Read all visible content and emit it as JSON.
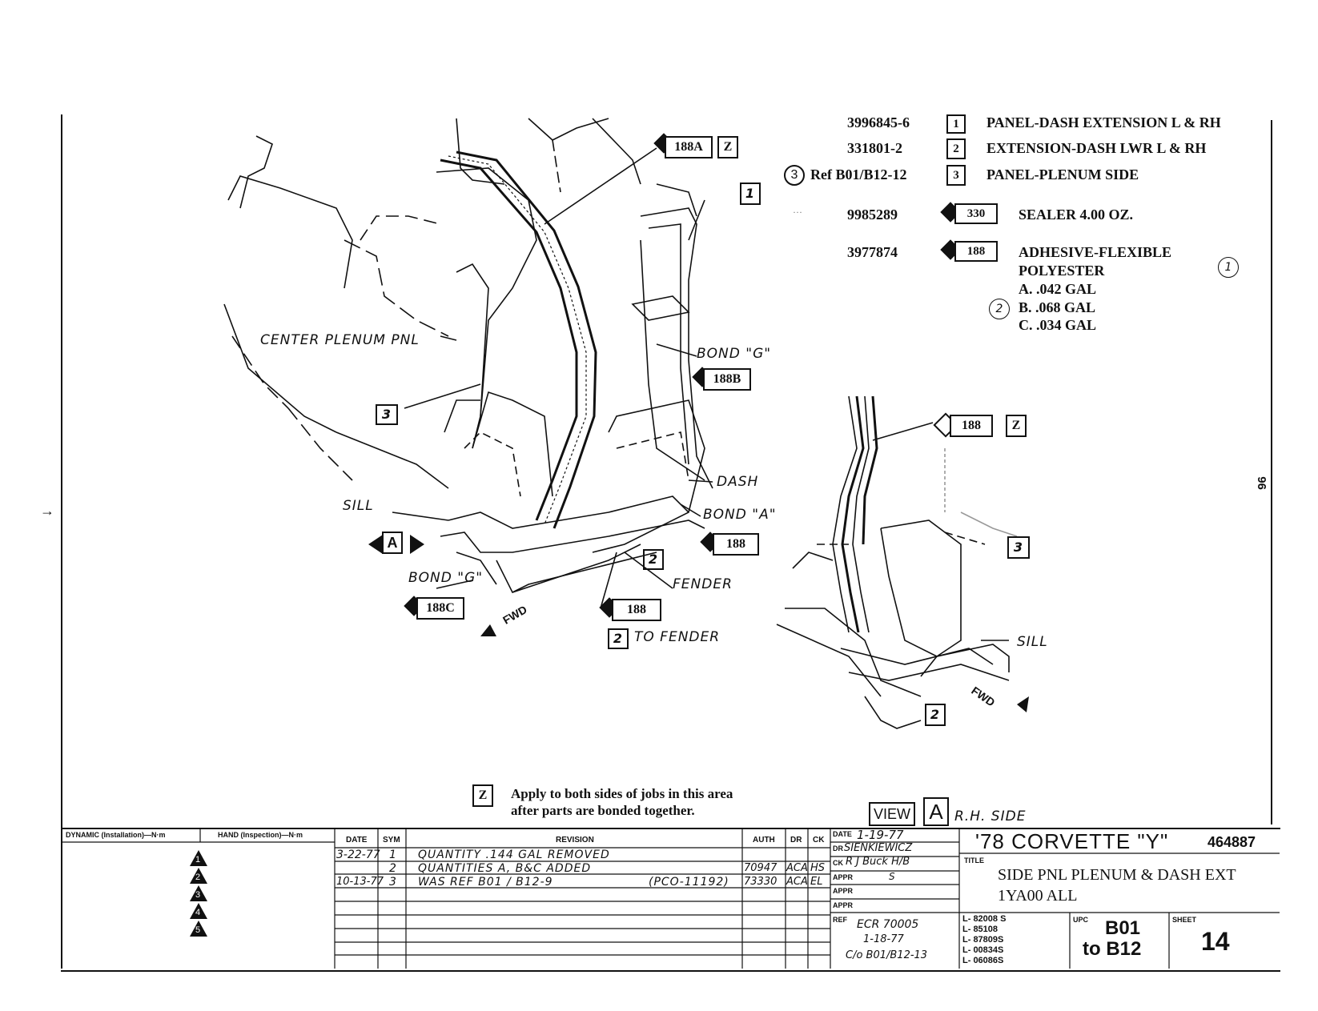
{
  "parts": [
    {
      "part_no": "3996845-6",
      "ref": "",
      "item": "1",
      "desc": "PANEL-DASH EXTENSION L & RH"
    },
    {
      "part_no": "331801-2",
      "ref": "",
      "item": "2",
      "desc": "EXTENSION-DASH LWR L & RH"
    },
    {
      "part_no": "Ref B01/B12-12",
      "ref": "3",
      "item": "3",
      "desc": "PANEL-PLENUM SIDE"
    },
    {
      "part_no": "9985289",
      "ref": "",
      "item": "330",
      "desc": "SEALER 4.00 OZ."
    },
    {
      "part_no": "3977874",
      "ref": "",
      "item": "188",
      "desc": "ADHESIVE-FLEXIBLE",
      "desc2": "POLYESTER",
      "rev": "1"
    }
  ],
  "quantities": {
    "rev": "2",
    "a": "A.  .042 GAL",
    "b": "B.  .068 GAL",
    "c": "C.  .034 GAL"
  },
  "callouts": {
    "c188a": "188A",
    "z1": "Z",
    "i1": "1",
    "bond_g1": "BOND \"G\"",
    "c188b": "188B",
    "center_plenum": "CENTER PLENUM PNL",
    "i3a": "3",
    "dash": "DASH",
    "sill1": "SILL",
    "view_a": "A",
    "bond_a": "BOND \"A\"",
    "c188_1": "188",
    "i2a": "2",
    "bond_g2": "BOND \"G\"",
    "fender": "FENDER",
    "c188c": "188C",
    "fwd1": "FWD",
    "c188_2": "188",
    "to_fender_num": "2",
    "to_fender": "TO FENDER",
    "c188_3": "188",
    "z2": "Z",
    "i3b": "3",
    "sill2": "SILL",
    "fwd2": "FWD",
    "i2b": "2"
  },
  "note": {
    "z": "Z",
    "line1": "Apply to both sides of jobs in this area",
    "line2": "after parts are bonded together."
  },
  "view_label": {
    "view": "VIEW",
    "letter": "A",
    "side": "R.H. SIDE"
  },
  "side_mark": "96",
  "title_block": {
    "torque_dynamic": "DYNAMIC (Installation)—N·m",
    "torque_hand": "HAND (Inspection)—N·m",
    "triangles": [
      "1",
      "2",
      "3",
      "4",
      "5"
    ],
    "headers": {
      "date": "DATE",
      "sym": "SYM",
      "revision": "REVISION",
      "auth": "AUTH",
      "dr": "DR",
      "ck": "CK"
    },
    "revisions": [
      {
        "date": "3-22-77",
        "sym": "1",
        "text": "QUANTITY .144 GAL   REMOVED",
        "pco": "",
        "auth": "",
        "dr": "",
        "ck": ""
      },
      {
        "date": "",
        "sym": "2",
        "text": "QUANTITIES  A, B&C  ADDED",
        "pco": "",
        "auth": "70947",
        "dr": "ACA",
        "ck": "HS"
      },
      {
        "date": "10-13-77",
        "sym": "3",
        "text": "WAS REF B01 / B12-9",
        "pco": "(PCO-11192)",
        "auth": "73330",
        "dr": "ACA",
        "ck": "EL"
      }
    ],
    "date_label": "DATE",
    "date_val": "1-19-77",
    "dr_label": "DR",
    "dr_val": "SIENKIEWICZ",
    "ck_label": "CK",
    "ck_val": "R J Buck  H/B",
    "appr_label": "APPR",
    "appr_val": "S",
    "ref_label": "REF",
    "ref_line1": "ECR 70005",
    "ref_line2": "1-18-77",
    "ref_line3": "C/o B01/B12-13",
    "codes": [
      "L- 82008 S",
      "L- 85108",
      "L- 87809S",
      "L- 00834S",
      "L- 06086S"
    ],
    "model": "'78 CORVETTE \"Y\"",
    "drawing_no": "464887",
    "title_label": "TITLE",
    "title_line1": "SIDE PNL PLENUM & DASH EXT",
    "title_line2": "1YA00 ALL",
    "upc_label": "UPC",
    "upc_from": "B01",
    "upc_to": "to B12",
    "sheet_label": "SHEET",
    "sheet_val": "14"
  }
}
